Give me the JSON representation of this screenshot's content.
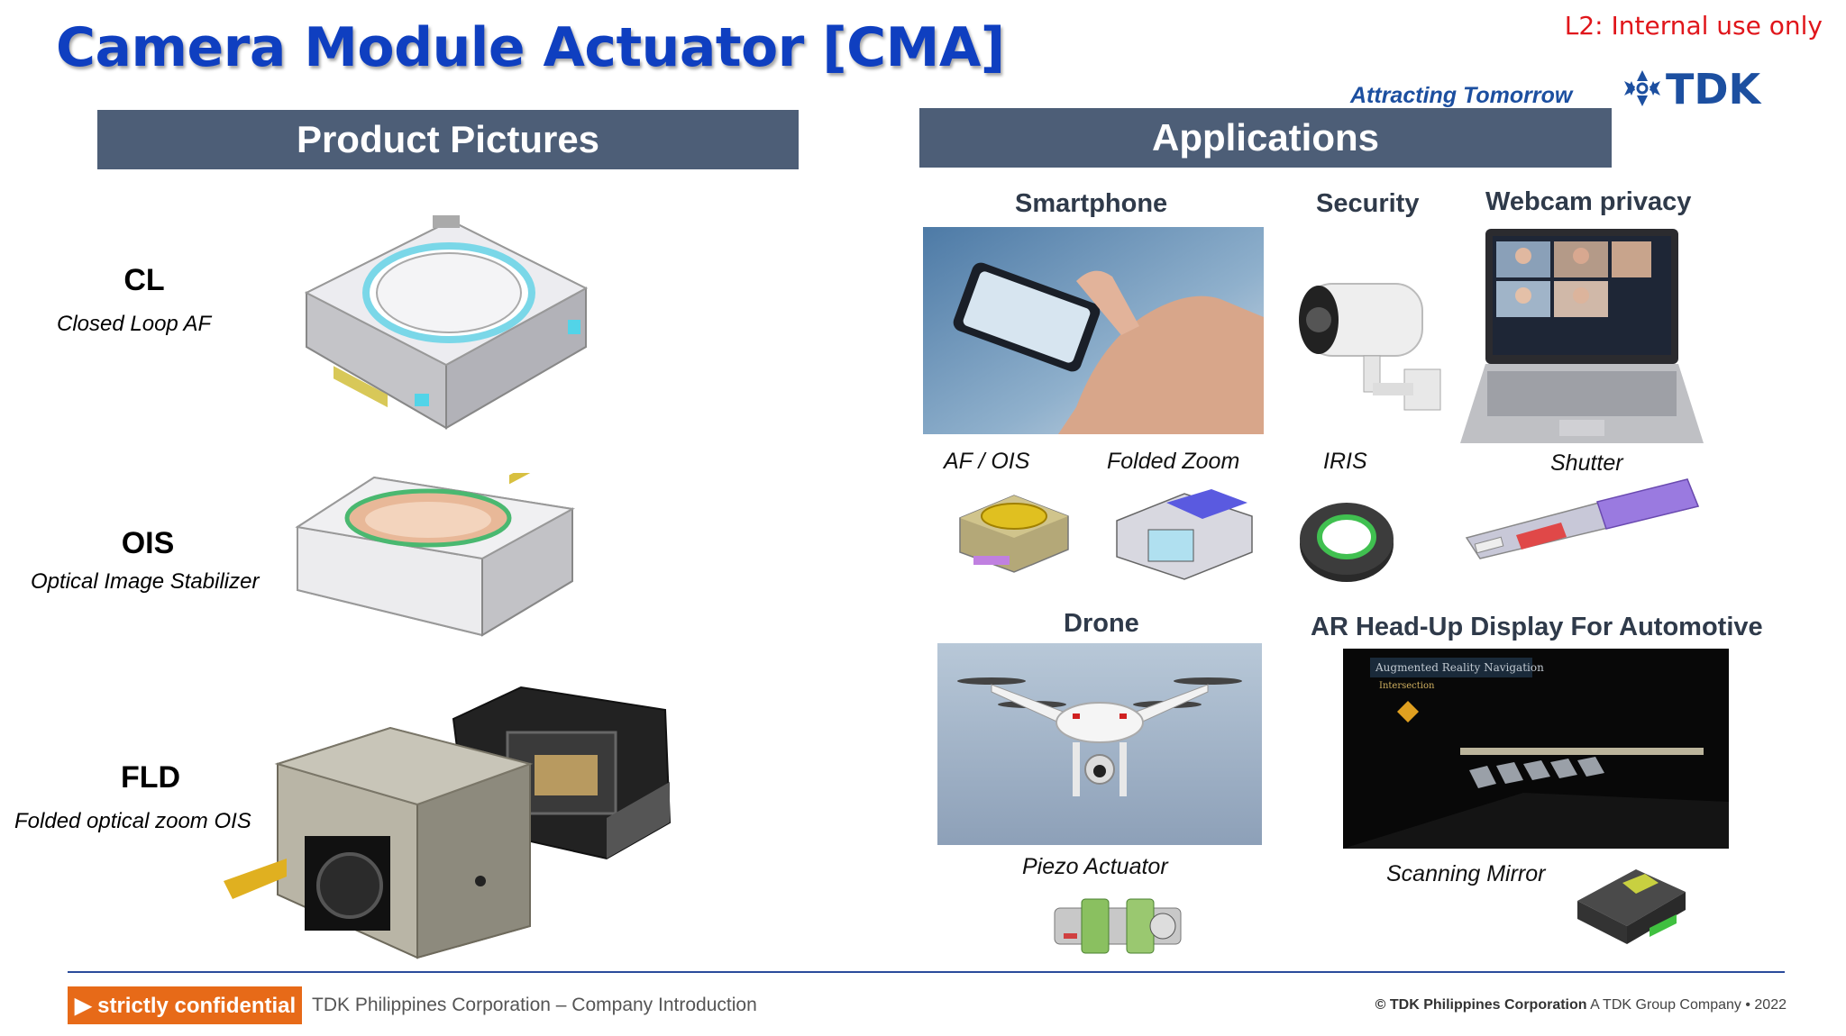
{
  "header": {
    "title": "Camera Module Actuator [CMA]",
    "classification": "L2: Internal use only",
    "tagline": "Attracting Tomorrow",
    "logo_text": "TDK"
  },
  "product_pictures": {
    "heading": "Product Pictures",
    "items": [
      {
        "label": "CL",
        "description": "Closed Loop AF"
      },
      {
        "label": "OIS",
        "description": "Optical Image Stabilizer"
      },
      {
        "label": "FLD",
        "description": "Folded optical zoom OIS"
      }
    ]
  },
  "applications": {
    "heading": "Applications",
    "smartphone": {
      "title": "Smartphone",
      "sub1": "AF / OIS",
      "sub2": "Folded Zoom"
    },
    "security": {
      "title": "Security",
      "sub": "IRIS"
    },
    "webcam": {
      "title": "Webcam privacy",
      "sub": "Shutter"
    },
    "drone": {
      "title": "Drone",
      "sub": "Piezo Actuator"
    },
    "ar": {
      "title": "AR Head-Up Display For Automotive",
      "sub": "Scanning Mirror",
      "screen_text": "Augmented Reality Navigation",
      "screen_sub": "Intersection"
    }
  },
  "footer": {
    "confidential": "▶ strictly confidential",
    "company": "TDK Philippines Corporation – Company Introduction",
    "copyright_company": "© TDK Philippines Corporation",
    "copyright_group": "A TDK Group Company",
    "bullet": "•",
    "year": "2022"
  },
  "colors": {
    "title": "#0f3fc0",
    "band": "#4d5e77",
    "classification": "#e0161b",
    "confidential": "#e76a18",
    "footer_line": "#2a4b9b"
  }
}
